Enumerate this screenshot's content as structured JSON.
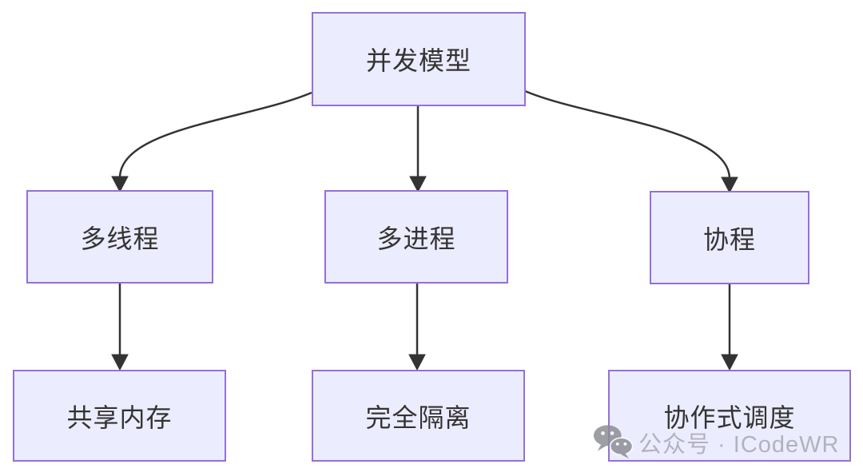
{
  "diagram": {
    "type": "flowchart",
    "direction": "top-down",
    "nodes": [
      {
        "id": "concurrency-model",
        "label": "并发模型"
      },
      {
        "id": "multithreading",
        "label": "多线程"
      },
      {
        "id": "multiprocessing",
        "label": "多进程"
      },
      {
        "id": "coroutine",
        "label": "协程"
      },
      {
        "id": "shared-memory",
        "label": "共享内存"
      },
      {
        "id": "full-isolation",
        "label": "完全隔离"
      },
      {
        "id": "cooperative-scheduling",
        "label": "协作式调度"
      }
    ],
    "edges": [
      {
        "from": "并发模型",
        "to": "多线程"
      },
      {
        "from": "并发模型",
        "to": "多进程"
      },
      {
        "from": "并发模型",
        "to": "协程"
      },
      {
        "from": "多线程",
        "to": "共享内存"
      },
      {
        "from": "多进程",
        "to": "完全隔离"
      },
      {
        "from": "协程",
        "to": "协作式调度"
      }
    ]
  },
  "watermark": {
    "icon": "wechat-icon",
    "text": "公众号 · ICodeWR"
  },
  "colors": {
    "node-fill": "#ECECFF",
    "node-border": "#9370DB",
    "node-text": "#333333",
    "edge": "#333333",
    "watermark-text": "#A9A9B2",
    "background": "#FFFFFF"
  }
}
